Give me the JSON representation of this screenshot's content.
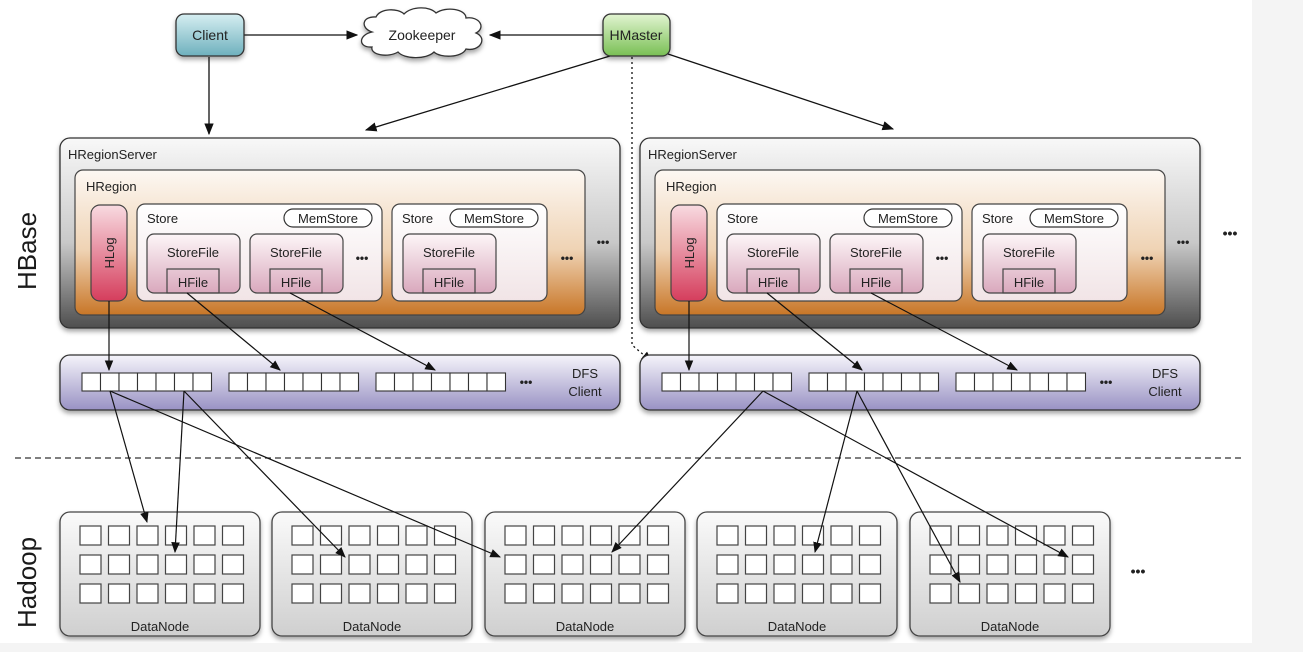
{
  "diagram": {
    "side_labels": {
      "hbase": "HBase",
      "hadoop": "Hadoop"
    },
    "top": {
      "client": "Client",
      "zookeeper": "Zookeeper",
      "hmaster": "HMaster"
    },
    "region_servers": [
      {
        "title": "HRegionServer",
        "region_title": "HRegion",
        "hlog": "HLog",
        "stores": [
          {
            "title": "Store",
            "memstore": "MemStore",
            "storefiles": [
              {
                "label": "StoreFile",
                "hfile": "HFile"
              },
              {
                "label": "StoreFile",
                "hfile": "HFile"
              }
            ],
            "more": "•••"
          },
          {
            "title": "Store",
            "memstore": "MemStore",
            "storefiles": [
              {
                "label": "StoreFile",
                "hfile": "HFile"
              }
            ],
            "more": "•••"
          }
        ],
        "region_more": "•••",
        "dfs_client": [
          "DFS",
          "Client"
        ],
        "dfs_more": "•••"
      },
      {
        "title": "HRegionServer",
        "region_title": "HRegion",
        "hlog": "HLog",
        "stores": [
          {
            "title": "Store",
            "memstore": "MemStore",
            "storefiles": [
              {
                "label": "StoreFile",
                "hfile": "HFile"
              },
              {
                "label": "StoreFile",
                "hfile": "HFile"
              }
            ],
            "more": "•••"
          },
          {
            "title": "Store",
            "memstore": "MemStore",
            "storefiles": [
              {
                "label": "StoreFile",
                "hfile": "HFile"
              }
            ],
            "more": "•••"
          }
        ],
        "region_more": "•••",
        "dfs_client": [
          "DFS",
          "Client"
        ],
        "dfs_more": "•••"
      }
    ],
    "servers_more": "•••",
    "datanodes": [
      "DataNode",
      "DataNode",
      "DataNode",
      "DataNode",
      "DataNode"
    ],
    "datanodes_more": "•••",
    "colors": {
      "client_top": "#d3ecef",
      "client_bottom": "#6fb3c0",
      "hmaster_top": "#d9f0c4",
      "hmaster_bottom": "#7cc257",
      "region_top": "#fbf5ef",
      "region_bottom": "#c97a2e",
      "hlog_top": "#f5c9d2",
      "hlog_bottom": "#d8405e",
      "dfs_top": "#f2f0f8",
      "dfs_bottom": "#9c96c6",
      "server_top": "#f7f7f7",
      "server_bottom": "#5a5a5a"
    }
  }
}
